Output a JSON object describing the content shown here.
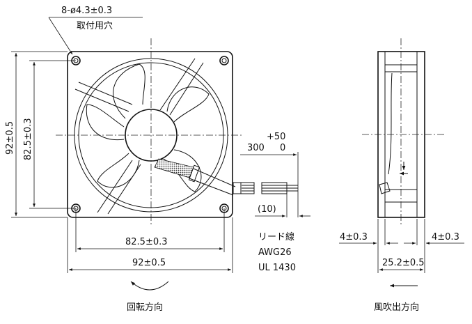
{
  "front_view": {
    "hole_spec": "8-ø4.3±0.3",
    "hole_label": "取付用穴",
    "height_outer": "92±0.5",
    "height_pitch": "82.5±0.3",
    "width_pitch": "82.5±0.3",
    "width_outer": "92±0.5",
    "rotation_label": "回転方向"
  },
  "lead_wire": {
    "length": "300",
    "tol_plus": "+50",
    "tol_minus": "0",
    "strip_length": "(10)",
    "label": "リード線",
    "gauge": "AWG26",
    "standard": "UL 1430"
  },
  "side_view": {
    "flange_left": "4±0.3",
    "flange_right": "4±0.3",
    "depth": "25.2±0.5",
    "airflow_label": "風吹出方向"
  }
}
